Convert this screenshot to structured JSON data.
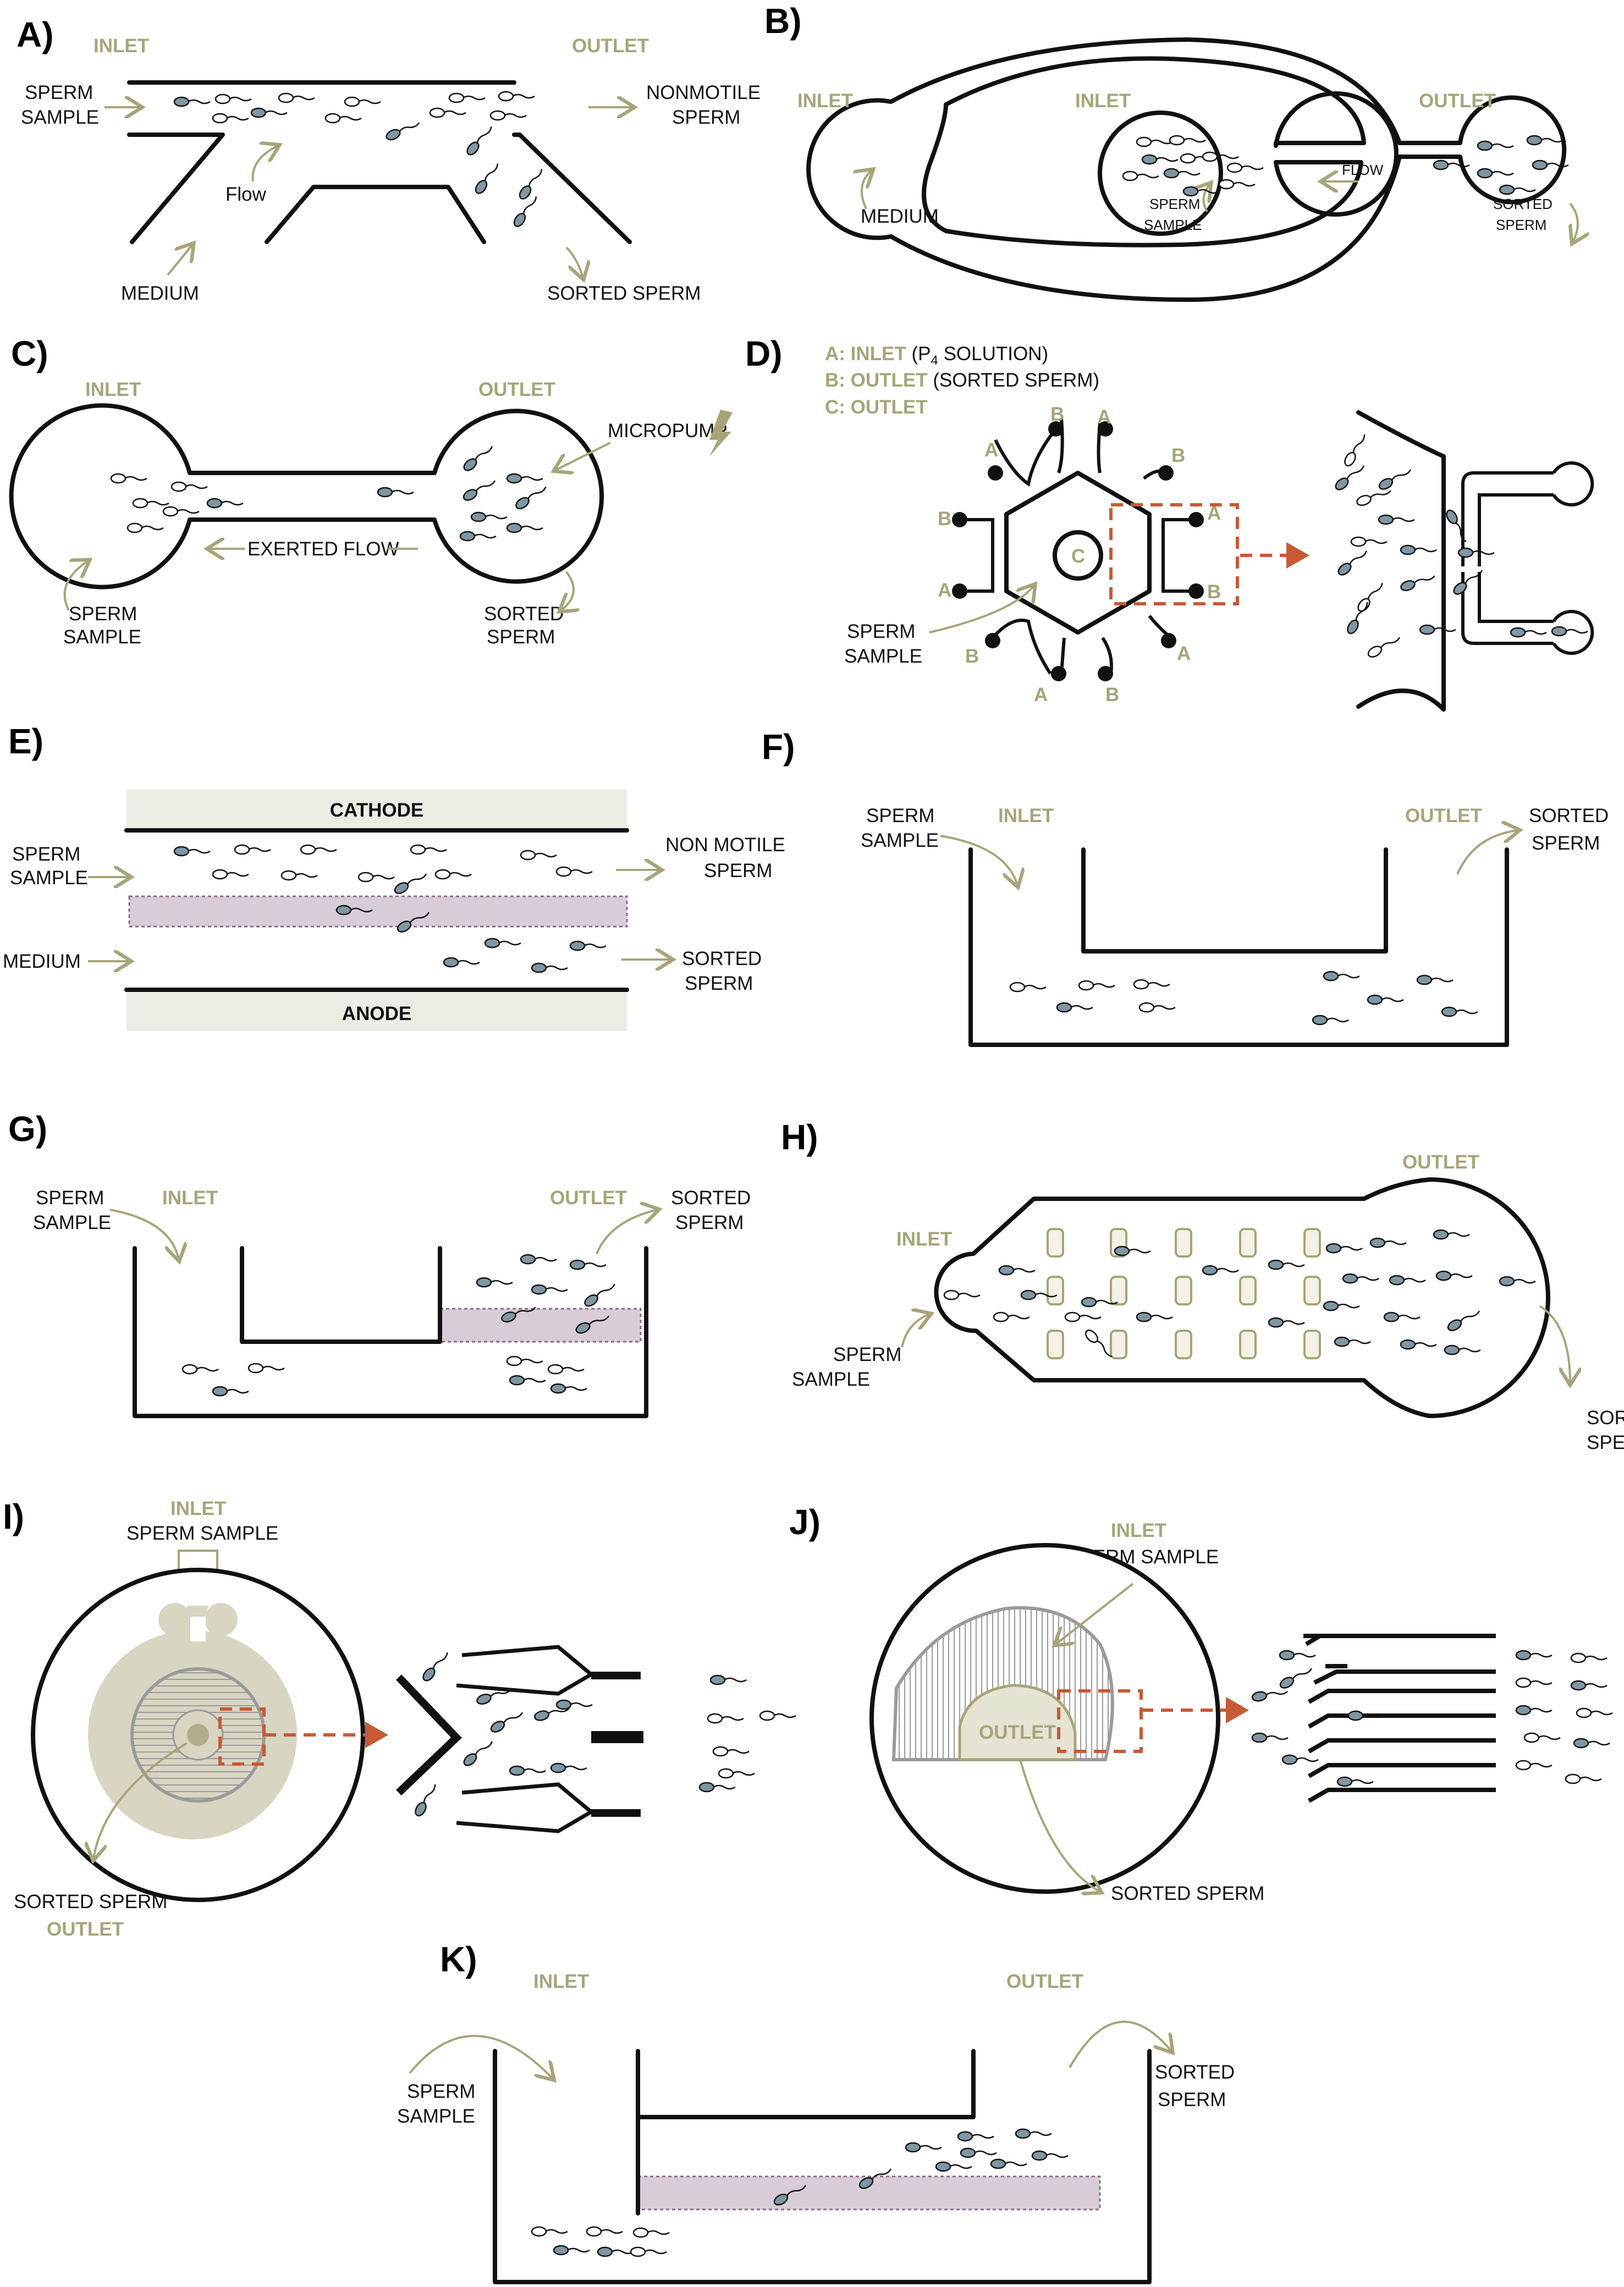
{
  "panels": {
    "a": {
      "id": "A)",
      "inlet": "INLET",
      "outlet": "OUTLET",
      "sample": [
        "SPERM",
        "SAMPLE"
      ],
      "nonmotile": [
        "NONMOTILE",
        "SPERM"
      ],
      "flow": "Flow",
      "medium": "MEDIUM",
      "sorted": "SORTED SPERM"
    },
    "b": {
      "id": "B)",
      "inlet_left": "INLET",
      "inlet_inner": "INLET",
      "outlet": "OUTLET",
      "medium": "MEDIUM",
      "sample": [
        "SPERM",
        "SAMPLE"
      ],
      "flow": "FLOW",
      "sorted": [
        "SORTED",
        "SPERM"
      ]
    },
    "c": {
      "id": "C)",
      "inlet": "INLET",
      "outlet": "OUTLET",
      "micropump": "MICROPUMP",
      "flow": "EXERTED FLOW",
      "sample": [
        "SPERM",
        "SAMPLE"
      ],
      "sorted": [
        "SORTED",
        "SPERM"
      ]
    },
    "d": {
      "id": "D)",
      "legend_a_key": "A: INLET",
      "legend_a_rest": " (P",
      "legend_a_sub": "4",
      "legend_a_end": " SOLUTION)",
      "legend_b_key": "B: OUTLET",
      "legend_b_rest": " (SORTED SPERM)",
      "legend_c_key": "C: OUTLET",
      "port_a": "A",
      "port_b": "B",
      "port_c": "C",
      "sample": [
        "SPERM",
        "SAMPLE"
      ]
    },
    "e": {
      "id": "E)",
      "cathode": "CATHODE",
      "anode": "ANODE",
      "sample": [
        "SPERM",
        "SAMPLE"
      ],
      "medium": "MEDIUM",
      "nonmotile": [
        "NON MOTILE",
        "SPERM"
      ],
      "sorted": [
        "SORTED",
        "SPERM"
      ]
    },
    "f": {
      "id": "F)",
      "sample": [
        "SPERM",
        "SAMPLE"
      ],
      "inlet": "INLET",
      "outlet": "OUTLET",
      "sorted": [
        "SORTED",
        "SPERM"
      ]
    },
    "g": {
      "id": "G)",
      "sample": [
        "SPERM",
        "SAMPLE"
      ],
      "inlet": "INLET",
      "outlet": "OUTLET",
      "sorted": [
        "SORTED",
        "SPERM"
      ]
    },
    "h": {
      "id": "H)",
      "inlet": "INLET",
      "outlet": "OUTLET",
      "sample": [
        "SPERM",
        "SAMPLE"
      ],
      "sorted": [
        "SORTED",
        "SPERM"
      ]
    },
    "i": {
      "id": "I)",
      "inlet": "INLET",
      "sample": "SPERM SAMPLE",
      "sorted": "SORTED SPERM",
      "outlet": "OUTLET"
    },
    "j": {
      "id": "J)",
      "inlet": "INLET",
      "sample": "SPERM SAMPLE",
      "outlet": "OUTLET",
      "sorted": "SORTED SPERM"
    },
    "k": {
      "id": "K)",
      "inlet": "INLET",
      "outlet": "OUTLET",
      "sample": [
        "SPERM",
        "SAMPLE"
      ],
      "sorted": [
        "SORTED",
        "SPERM"
      ]
    }
  },
  "colors": {
    "olive": "#a7a47a",
    "orange": "#c65a35",
    "motile_head": "#7f97a3",
    "band": "#d8cdd6",
    "electrode": "#ecebe4"
  }
}
